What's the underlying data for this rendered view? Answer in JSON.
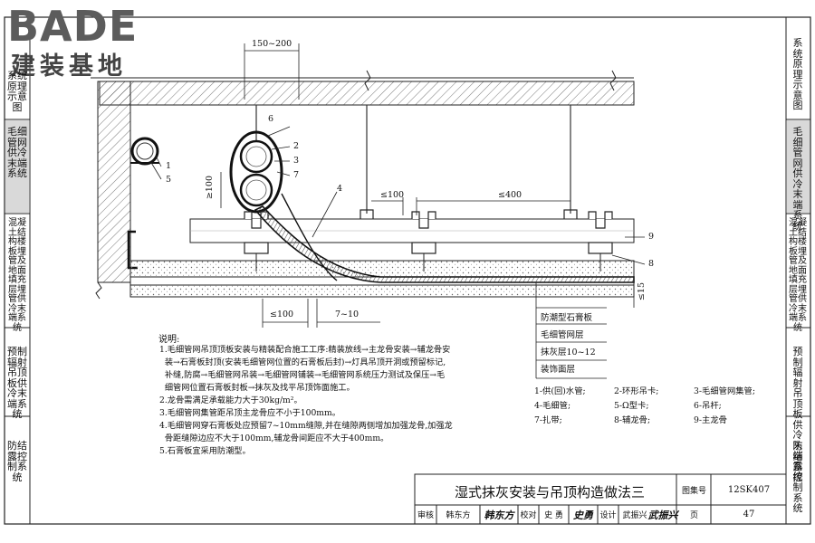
{
  "logo": {
    "brand": "BADE",
    "subtitle": "建装基地"
  },
  "left_tabs": [
    {
      "label": "系统原理示意图",
      "active": false
    },
    {
      "label": "毛细管网供冷末端系统",
      "active": true
    },
    {
      "label": "混凝土结构楼板埋管及地面填充层埋管供冷末端系统",
      "active": false
    },
    {
      "label": "预制辐射吊顶板供冷末端系统",
      "active": false
    },
    {
      "label": "防结露控制系统",
      "active": false
    }
  ],
  "right_tabs": [
    {
      "label": "系统原理示意图",
      "active": false
    },
    {
      "label": "毛细管网供冷末端系统",
      "active": true
    },
    {
      "label": "混凝土结构楼板埋管及地面填充层埋管供冷末端系统",
      "active": false
    },
    {
      "label": "预制辐射吊顶板供冷末端系统",
      "active": false
    },
    {
      "label": "防结露控制系统",
      "active": false
    }
  ],
  "dimensions": {
    "top_span": "150~200",
    "left_vertical": "≥100",
    "rail_gap": "≤100",
    "rail_spacing": "≤400",
    "bottom_left": "≤100",
    "bottom_gap": "7~10",
    "right_vertical": "≤15"
  },
  "callouts": [
    "6",
    "1",
    "5",
    "2",
    "3",
    "7",
    "4",
    "9",
    "8"
  ],
  "layers": [
    "防潮型石膏板",
    "毛细管网层",
    "抹灰层10~12",
    "装饰面层"
  ],
  "notes": {
    "title": "说明:",
    "items": [
      "1.毛细管网吊顶顶板安装与精装配合施工工序:精装放线→主龙骨安装→辅龙骨安\n  装→石膏板封顶(安装毛细管网位置的石膏板后封)→灯具吊顶开洞或预留标记,\n  补缝,防腐→毛细管网吊装→毛细管网铺装→毛细管网系统压力测试及保压→毛\n  细管网位置石膏板封板→抹灰及找平吊顶饰面施工。",
      "2.龙骨需满足承载能力大于30kg/m²。",
      "3.毛细管网集管距吊顶主龙骨应不小于100mm。",
      "4.毛细管网穿石膏板处应预留7~10mm缝隙,并在缝隙两侧增加加强龙骨,加强龙\n  骨距缝隙边应不大于100mm,辅龙骨间距应不大于400mm。",
      "5.石膏板宜采用防潮型。"
    ]
  },
  "legend": [
    "1-供(回)水管;",
    "2-环形吊卡;",
    "3-毛细管网集管;",
    "4-毛细管;",
    "5-Ω型卡;",
    "6-吊杆;",
    "7-扎带;",
    "8-辅龙骨;",
    "9-主龙骨"
  ],
  "title_block": {
    "title": "湿式抹灰安装与吊顶构造做法三",
    "atlas_label": "图集号",
    "atlas_no": "12SK407",
    "review_label": "审核",
    "reviewer": "韩东方",
    "reviewer_sig": "韩东方",
    "check_label": "校对",
    "checker": "史 勇",
    "checker_sig": "史勇",
    "design_label": "设计",
    "designer": "武振兴",
    "designer_sig": "武振兴",
    "page_label": "页",
    "page_no": "47"
  }
}
